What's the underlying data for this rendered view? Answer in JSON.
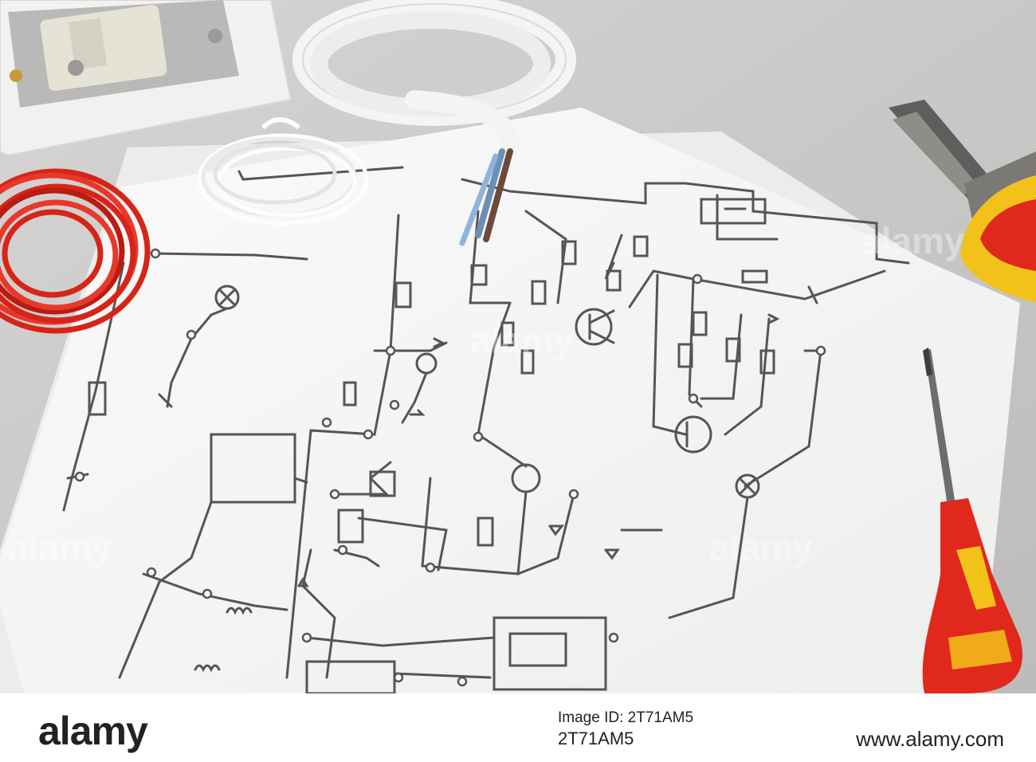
{
  "scene": {
    "description_objects": [
      "paper-sheet",
      "circuit-diagram",
      "wall-socket",
      "white-cable-coil",
      "small-white-wire-coil",
      "red-wire-coil",
      "pliers",
      "screwdriver"
    ]
  },
  "watermark": {
    "text": "alamy"
  },
  "footer": {
    "brand": "alamy",
    "id_label": "Image ID: 2T71AM5",
    "image_id": "2T71AM5",
    "site": "www.alamy.com"
  },
  "colors": {
    "background": "#c9c8c6",
    "paper": "#f6f6f5",
    "ink": "#575553",
    "red": "#e0291c",
    "yellow": "#f2c21b"
  }
}
